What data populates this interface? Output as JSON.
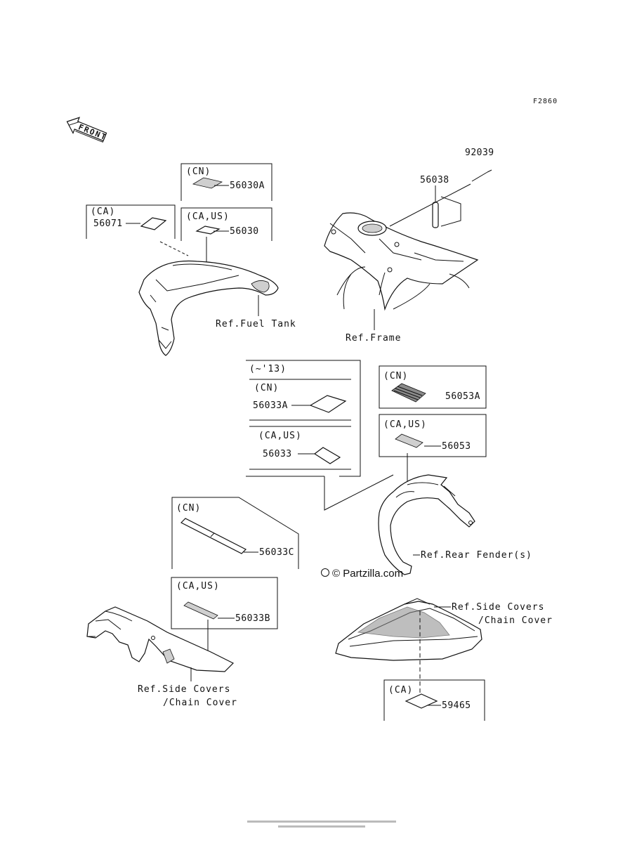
{
  "diagram_code": "F2860",
  "front_label": "FRONT",
  "top_part": "92039",
  "panel_a": {
    "region": "(CN)",
    "part": "56030A"
  },
  "panel_b": {
    "region": "(CA,US)",
    "part": "56030"
  },
  "panel_c": {
    "region": "(CA)",
    "part": "56071"
  },
  "ref_fuel_tank": "Ref.Fuel Tank",
  "part_56038": "56038",
  "ref_frame": "Ref.Frame",
  "panel_d": {
    "years": "(~'13)",
    "cn_region": "(CN)",
    "cn_part": "56033A",
    "caus_region": "(CA,US)",
    "caus_part": "56033"
  },
  "panel_e": {
    "region": "(CN)",
    "part": "56053A"
  },
  "panel_f": {
    "region": "(CA,US)",
    "part": "56053"
  },
  "ref_rear_fender": "Ref.Rear Fender(s)",
  "panel_g": {
    "region": "(CN)",
    "part": "56033C"
  },
  "watermark": "© Partzilla.com",
  "panel_h": {
    "region": "(CA,US)",
    "part": "56033B"
  },
  "ref_side_covers_left": {
    "line1": "Ref.Side Covers",
    "line2": "/Chain Cover"
  },
  "ref_side_covers_right": {
    "line1": "Ref.Side Covers",
    "line2": "/Chain Cover"
  },
  "panel_i": {
    "region": "(CA)",
    "part": "59465"
  }
}
